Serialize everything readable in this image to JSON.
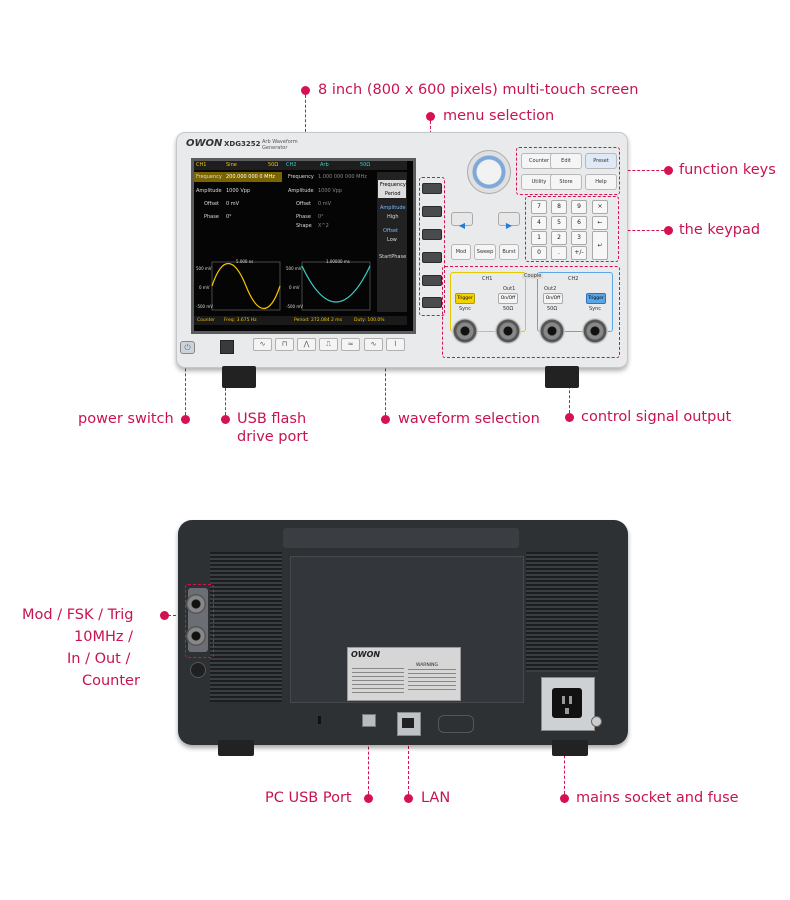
{
  "callouts": {
    "touch_screen": "8 inch (800 x 600 pixels) multi-touch screen",
    "menu_selection": "menu selection",
    "function_keys": "function keys",
    "keypad": "the keypad",
    "power_switch": "power switch",
    "usb_flash_1": "USB flash",
    "usb_flash_2": "drive port",
    "waveform_selection": "waveform selection",
    "control_signal_output": "control signal output",
    "mod_1": "Mod / FSK / Trig",
    "mod_2": "10MHz /",
    "mod_3": "In / Out /",
    "mod_4": "Counter",
    "pc_usb": "PC USB Port",
    "lan": "LAN",
    "mains": "mains socket and fuse"
  },
  "device": {
    "brand": "OWON",
    "model": "XDG3252",
    "subtitle": "Arb Waveform Generator",
    "screen": {
      "ch1": "CH1",
      "ch2": "CH2",
      "ch1_wave": "Sine",
      "ch2_wave": "Arb",
      "load": "50Ω",
      "freq_label": "Frequency",
      "amp_label": "Amplitude",
      "offset_label": "Offset",
      "phase_label": "Phase",
      "shape_label": "Shape",
      "ch1_freq": "200.000 000 0 MHz",
      "ch1_amp": "1000 Vpp",
      "ch1_offset": "0 mV",
      "ch1_phase": "0°",
      "ch2_freq": "1.000 000 000 MHz",
      "ch2_amp": "1000 Vpp",
      "ch2_offset": "0 mV",
      "ch2_phase": "0°",
      "ch2_shape": "X^2",
      "ch1_time": "5.000 ns",
      "ch2_time": "1.00000 ms",
      "y_top": "500 mV",
      "y_mid": "0 mV",
      "y_bot": "-500 mV",
      "menu_frequency": "Frequency",
      "menu_period": "Period",
      "menu_amplitude": "Amplitude",
      "menu_high": "High",
      "menu_offset": "Offset",
      "menu_low": "Low",
      "menu_startphase": "StartPhase",
      "status_counter": "Counter",
      "status_freq": "Freq: 3.675 Hz",
      "status_period": "Period: 272.084 2 ms",
      "status_duty": "Duty: 100.0%"
    },
    "function_keys": [
      "Counter",
      "Edit",
      "Preset",
      "Utility",
      "Store",
      "Help"
    ],
    "mode_keys": [
      "Mod",
      "Sweep",
      "Burst"
    ],
    "keypad": [
      "7",
      "8",
      "9",
      "×",
      "4",
      "5",
      "6",
      "1",
      "2",
      "3",
      "0",
      ".",
      "+/-"
    ],
    "outputs": {
      "ch1": "CH1",
      "ch2": "CH2",
      "out1": "Out1",
      "out2": "Out2",
      "onoff": "On/Off",
      "trigger": "Trigger",
      "sync": "Sync",
      "ohm": "50Ω",
      "couple": "Couple"
    },
    "rear_label": {
      "warning": "WARNING"
    }
  },
  "colors": {
    "accent": "#d6114f",
    "screen_yellow": "#f5c400",
    "screen_cyan": "#35d0c8"
  }
}
